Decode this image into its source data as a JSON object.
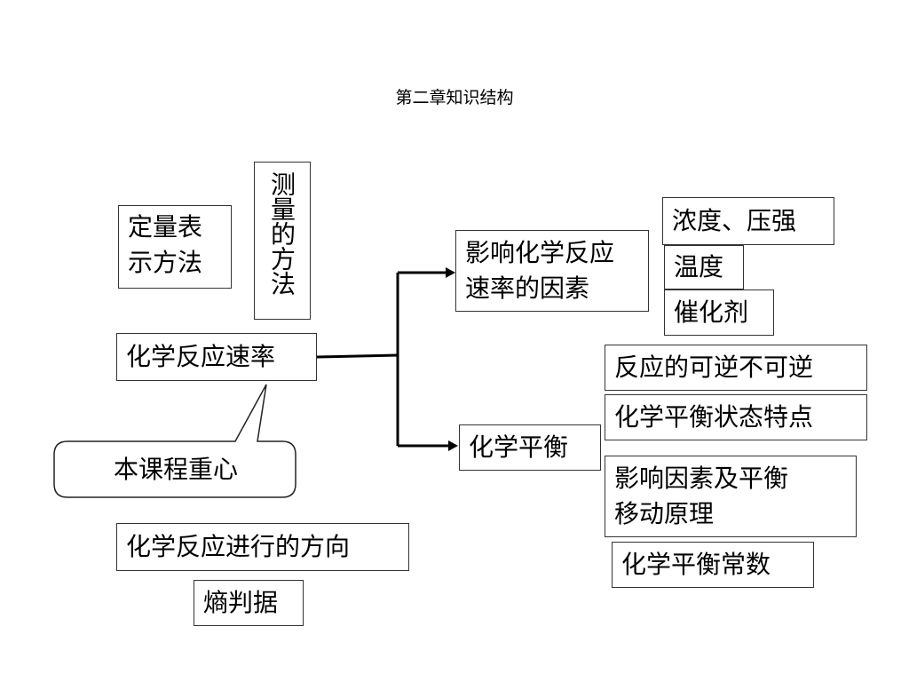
{
  "title": "第二章知识结构",
  "nodes": {
    "quant": {
      "line1": "定量表",
      "line2": "示方法"
    },
    "measure": "测量的方法",
    "rate": "化学反应速率",
    "callout": "本课程重心",
    "direction": "化学反应进行的方向",
    "entropy": "熵判据",
    "rate_factors": {
      "line1": "影响化学反应",
      "line2": "速率的因素"
    },
    "concentration": "浓度、压强",
    "temperature": "温度",
    "catalyst": "催化剂",
    "equilibrium": "化学平衡",
    "reversible": "反应的可逆不可逆",
    "eq_state": "化学平衡状态特点",
    "eq_factors": {
      "line1": "影响因素及平衡",
      "line2": "移动原理"
    },
    "eq_constant": "化学平衡常数"
  }
}
